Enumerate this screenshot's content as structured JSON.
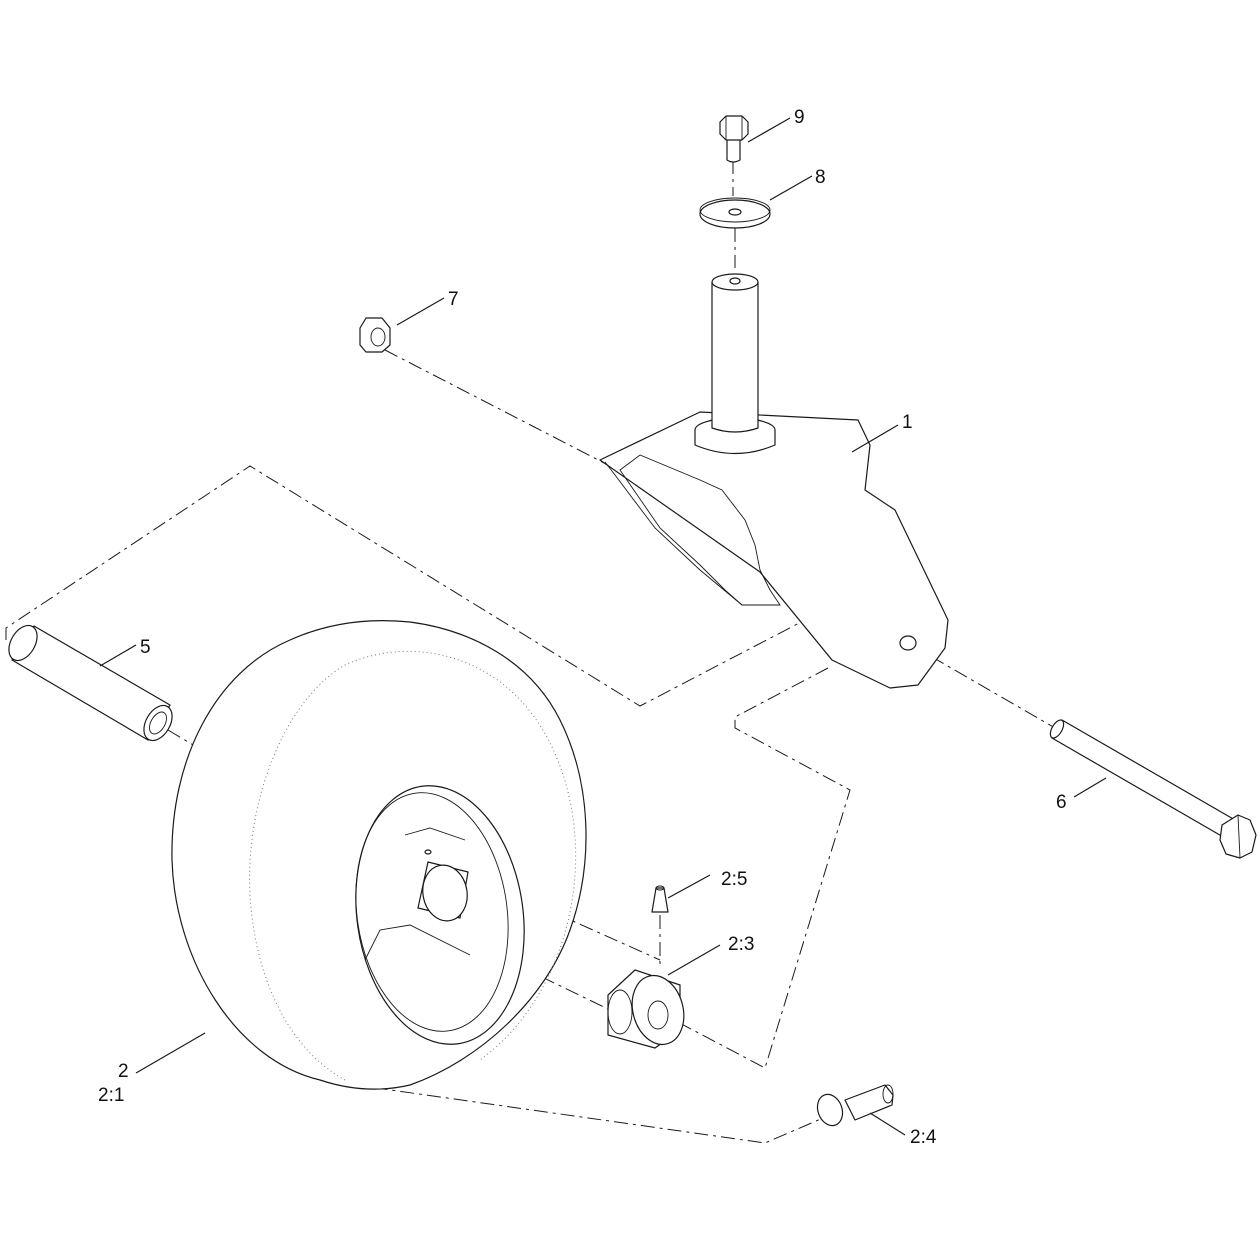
{
  "diagram": {
    "callouts": {
      "c1": "1",
      "c2": "2",
      "c2_1": "2:1",
      "c2_3": "2:3",
      "c2_4": "2:4",
      "c2_5": "2:5",
      "c5": "5",
      "c6": "6",
      "c7": "7",
      "c8": "8",
      "c9": "9"
    }
  }
}
